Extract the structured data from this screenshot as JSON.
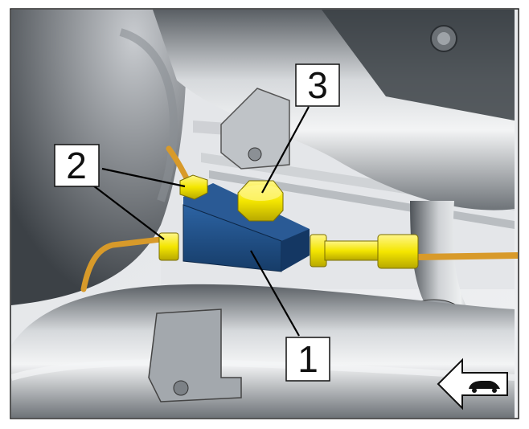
{
  "callouts": [
    {
      "id": "1",
      "label": "1"
    },
    {
      "id": "2",
      "label": "2"
    },
    {
      "id": "3",
      "label": "3"
    }
  ],
  "direction_indicator": {
    "icon": "car-forward-arrow-icon",
    "direction": "left"
  },
  "colors": {
    "block": "#1f4f86",
    "fitting": "#f2e600",
    "brake_line": "#d89a2a",
    "background": "#e9ebee",
    "pipe": "#a9aeb3"
  }
}
